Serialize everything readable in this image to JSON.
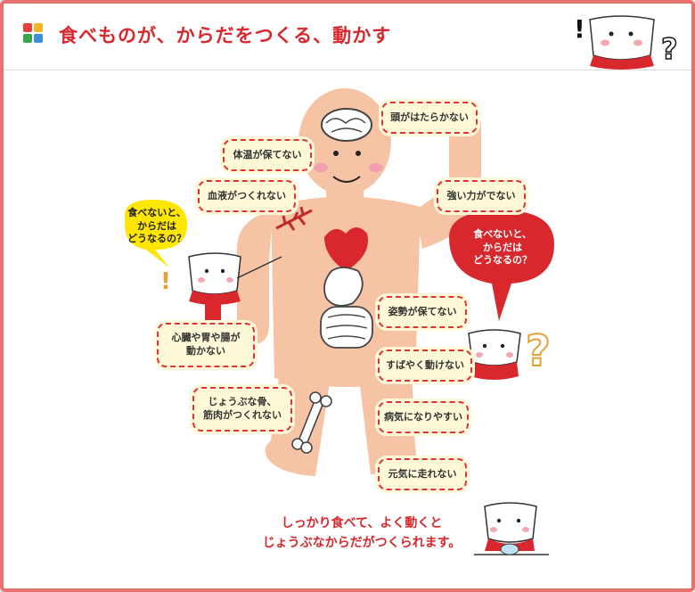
{
  "header": {
    "title": "食べものが、からだをつくる、動かす",
    "logo_colors": [
      "#e8413d",
      "#f2b52a",
      "#3aa54a",
      "#3a8fd8"
    ]
  },
  "speech_left": {
    "text": "食べないと、\nからだは\nどうなるの？",
    "color": "#ffe600"
  },
  "speech_right": {
    "text": "食べないと、\nからだは\nどうなるの？",
    "color": "#d8282e"
  },
  "effects": {
    "head": "頭がはたらかない",
    "temperature": "体温が保てない",
    "blood": "血液がつくれない",
    "strength": "強い力がでない",
    "organs": "心臓や胃や腸が\n動かない",
    "posture": "姿勢が保てない",
    "move_fast": "すばやく動けない",
    "illness": "病気になりやすい",
    "bones": "じょうぶな骨、\n筋肉がつくれない",
    "energy": "元気に走れない"
  },
  "bottom_message": "しっかり食べて、よく動くと\nじょうぶなからだがつくられます。",
  "colors": {
    "accent": "#d8282e",
    "body": "#f6c4a5",
    "bubble_border": "#e23236",
    "bubble_fill": "#fff9d8"
  }
}
